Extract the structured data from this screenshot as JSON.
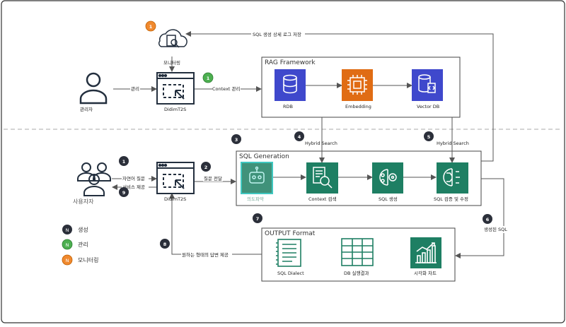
{
  "labels": {
    "monitoring": "모니터링",
    "admin_actor": "관리자",
    "manage_edge": "관리",
    "context_edge": "Context 관리",
    "didim_top": "DidimT2S",
    "didim_mid": "DidimT2S",
    "user_actor": "사용자자",
    "question_edge": "자연어 질문",
    "service_edge": "서비스 제공",
    "question_pass": "질문 전달",
    "sql_log": "SQL 생성 상세 로그 저장",
    "hybrid1": "Hybrid Search",
    "hybrid2": "Hybrid Search",
    "generated_sql": "생성된  SQL",
    "answer_edge": "원하는 형태의 답변 제공"
  },
  "groups": {
    "rag": "RAG Framework",
    "sqlgen": "SQL Generation",
    "output": "OUTPUT Format"
  },
  "nodes": {
    "rdb": "RDB",
    "embedding": "Embedding",
    "vectordb": "Vector DB",
    "intent": "의도파악",
    "context_search": "Context 검색",
    "sql_gen": "SQL 생성",
    "sql_verify": "SQL 검증 및 수정",
    "sql_dialect": "SQL Dialect",
    "db_result": "DB 실행결과",
    "visual_chart": "시각화 차트"
  },
  "steps": [
    "1",
    "2",
    "3",
    "4",
    "5",
    "6",
    "7",
    "8",
    "9"
  ],
  "badges": {
    "orange": "1",
    "green": "1"
  },
  "legend": [
    {
      "letter": "N",
      "label": "생성",
      "color": "#2b2f3a"
    },
    {
      "letter": "N",
      "label": "관리",
      "color": "#4caf50"
    },
    {
      "letter": "N",
      "label": "모니터링",
      "color": "#f0892e"
    }
  ],
  "colors": {
    "dark": "#232f3e",
    "blue": "#3f48cc",
    "orange": "#e06c14",
    "green": "#1e7f63",
    "teal": "#3fc7c0"
  }
}
